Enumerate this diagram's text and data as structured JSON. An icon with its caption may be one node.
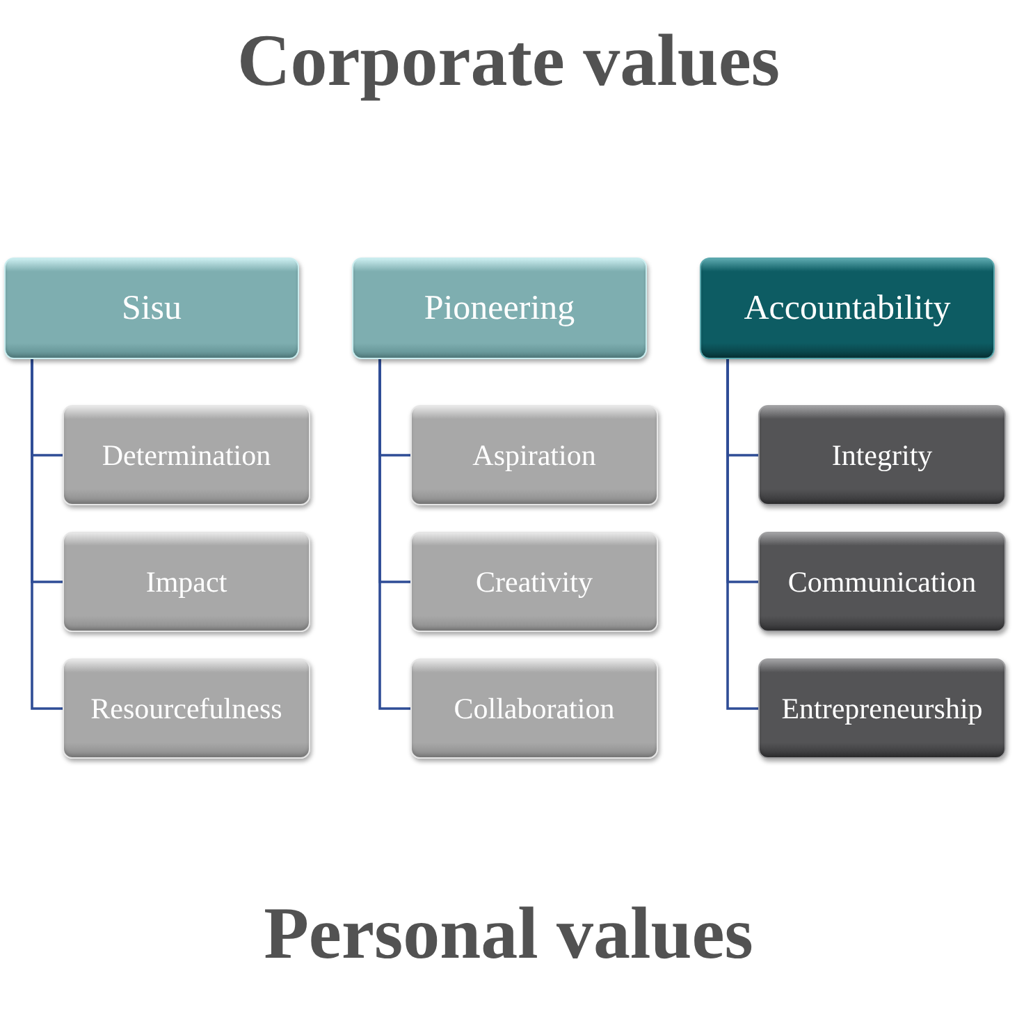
{
  "diagram": {
    "title": "Corporate values",
    "caption": "Personal values",
    "nodes": [
      {
        "text": [
          "Sisu"
        ]
      },
      {
        "text": [
          "Determination"
        ]
      },
      {
        "text": [
          "Impact"
        ]
      },
      {
        "text": [
          "Resourcefulness"
        ]
      },
      {
        "text": [
          "Pioneering"
        ]
      },
      {
        "text": [
          "Aspiration"
        ]
      },
      {
        "text": [
          "Creativity"
        ]
      },
      {
        "text": [
          "Collaboration"
        ]
      },
      {
        "text": [
          "Accountability"
        ]
      },
      {
        "text": [
          "Integrity"
        ]
      },
      {
        "text": [
          "Communication"
        ]
      },
      {
        "text": [
          "Entrepreneurship"
        ]
      }
    ],
    "edges": [
      {
        "from": 0,
        "to": 1,
        "arrow": "none"
      },
      {
        "from": 0,
        "to": 2,
        "arrow": "none"
      },
      {
        "from": 0,
        "to": 3,
        "arrow": "none"
      },
      {
        "from": 4,
        "to": 5,
        "arrow": "none"
      },
      {
        "from": 4,
        "to": 6,
        "arrow": "none"
      },
      {
        "from": 4,
        "to": 7,
        "arrow": "none"
      },
      {
        "from": 8,
        "to": 9,
        "arrow": "none"
      },
      {
        "from": 8,
        "to": 10,
        "arrow": "none"
      },
      {
        "from": 8,
        "to": 11,
        "arrow": "none"
      }
    ]
  }
}
